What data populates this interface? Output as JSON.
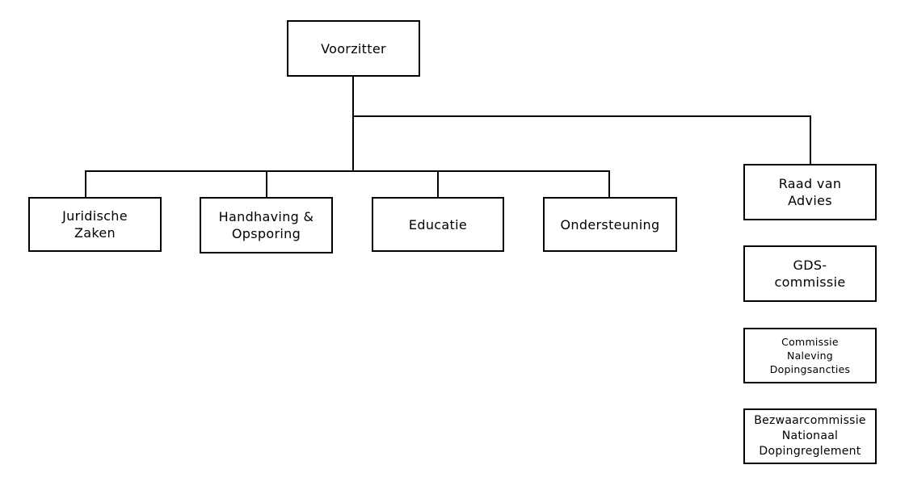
{
  "diagram": {
    "type": "org-chart",
    "colors": {
      "background": "#ffffff",
      "box_fill": "#ffffff",
      "box_border": "#000000",
      "line": "#000000",
      "text": "#000000"
    },
    "nodes": {
      "voorzitter": {
        "label": "Voorzitter"
      },
      "juridische_zaken": {
        "label": "Juridische\nZaken"
      },
      "handhaving_opsporing": {
        "label": "Handhaving &\nOpsporing"
      },
      "educatie": {
        "label": "Educatie"
      },
      "ondersteuning": {
        "label": "Ondersteuning"
      },
      "raad_van_advies": {
        "label": "Raad van\nAdvies"
      },
      "gds_commissie": {
        "label": "GDS-\ncommissie"
      },
      "commissie_naleving_dopingsancties": {
        "label": "Commissie\nNaleving\nDopingsancties"
      },
      "bezwaarcommissie_nationaal_dopingreglement": {
        "label": "Bezwaarcommissie\nNationaal\nDopingreglement"
      }
    },
    "hierarchy": {
      "root": "Voorzitter",
      "children_of_root": [
        "Juridische Zaken",
        "Handhaving & Opsporing",
        "Educatie",
        "Ondersteuning",
        "Raad van Advies"
      ],
      "standalone_boxes": [
        "GDS-commissie",
        "Commissie Naleving Dopingsancties",
        "Bezwaarcommissie Nationaal Dopingreglement"
      ]
    }
  }
}
